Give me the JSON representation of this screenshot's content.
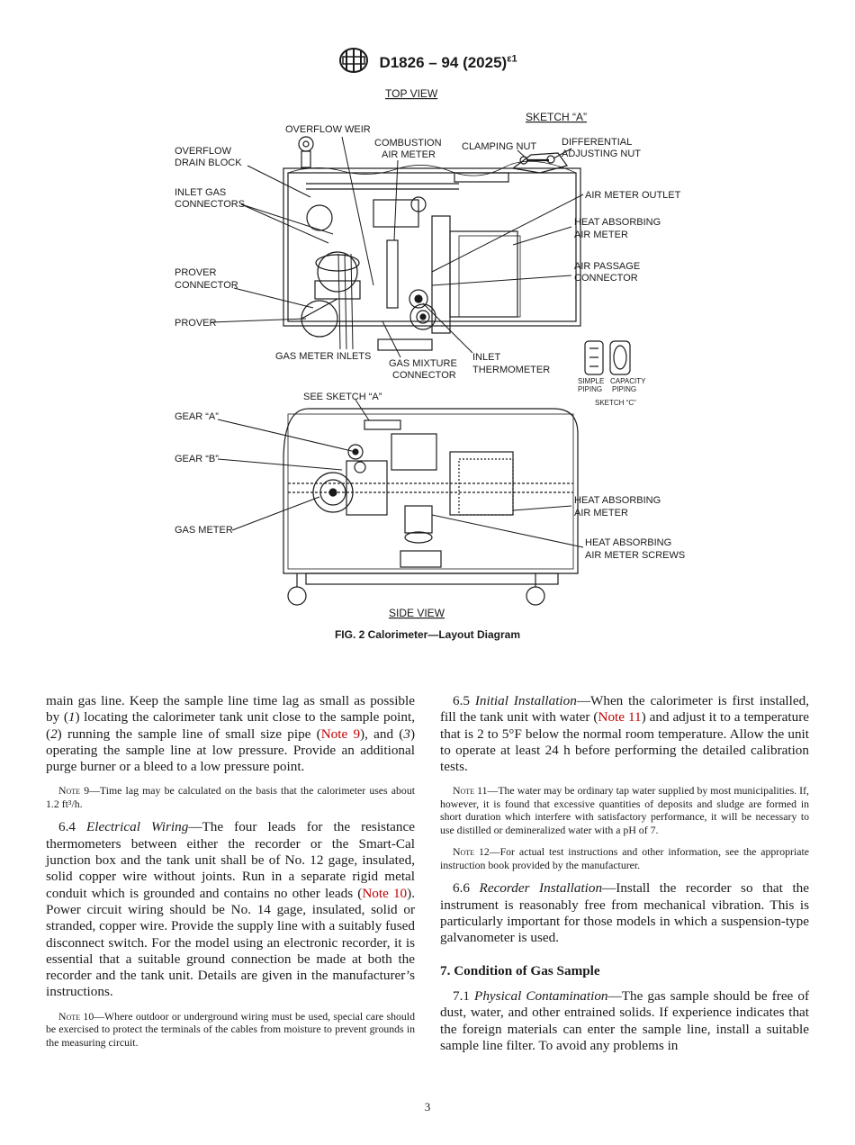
{
  "header": {
    "designation": "D1826 – 94 (2025)",
    "superscript": "ε1"
  },
  "figure": {
    "top_view_title": "TOP VIEW",
    "side_view_title": "SIDE VIEW",
    "sketch_a_title": "SKETCH “A”",
    "sketch_c_title": "SKETCH “C”",
    "labels": {
      "overflow_weir": "OVERFLOW WEIR",
      "overflow_drain_block_1": "OVERFLOW",
      "overflow_drain_block_2": "DRAIN BLOCK",
      "combustion_air_meter_1": "COMBUSTION",
      "combustion_air_meter_2": "AIR METER",
      "clamping_nut": "CLAMPING NUT",
      "differential_1": "DIFFERENTIAL",
      "differential_2": "ADJUSTING NUT",
      "inlet_gas_1": "INLET GAS",
      "inlet_gas_2": "CONNECTORS",
      "air_meter_outlet": "AIR METER OUTLET",
      "heat_absorbing_1": "HEAT ABSORBING",
      "heat_absorbing_2": "AIR METER",
      "air_passage_1": "AIR PASSAGE",
      "air_passage_2": "CONNECTOR",
      "prover_connector_1": "PROVER",
      "prover_connector_2": "CONNECTOR",
      "prover": "PROVER",
      "gas_meter_inlets": "GAS METER INLETS",
      "gas_mixture_1": "GAS MIXTURE",
      "gas_mixture_2": "CONNECTOR",
      "inlet_thermo_1": "INLET",
      "inlet_thermo_2": "THERMOMETER",
      "simple_piping_1": "SIMPLE",
      "simple_piping_2": "PIPING",
      "capacity_piping_1": "CAPACITY",
      "capacity_piping_2": "PIPING",
      "see_sketch_a": "SEE SKETCH “A”",
      "gear_a": "GEAR “A”",
      "gear_b": "GEAR “B”",
      "gas_meter": "GAS METER",
      "heat_absorbing_side_1": "HEAT ABSORBING",
      "heat_absorbing_side_2": "AIR METER",
      "screws_1": "HEAT ABSORBING",
      "screws_2": "AIR METER SCREWS"
    },
    "caption": "FIG. 2 Calorimeter—Layout Diagram"
  },
  "left_column": {
    "p1": "main gas line. Keep the sample line time lag as small as possible by (1) locating the calorimeter tank unit close to the sample point, (2) running the sample line of small size pipe (Note 9), and (3) operating the sample line at low pressure. Provide an additional purge burner or a bleed to a low pressure point.",
    "note9_label": "Note 9",
    "note9_text": "—Time lag may be calculated on the basis that the calorimeter uses about 1.2 ft³/h.",
    "s64_num": "6.4",
    "s64_title": "Electrical Wiring",
    "s64_text": "—The four leads for the resistance thermometers between either the recorder or the Smart-Cal junction box and the tank unit shall be of No. 12 gage, insulated, solid copper wire without joints. Run in a separate rigid metal conduit which is grounded and contains no other leads (",
    "s64_link": "Note 10",
    "s64_text2": "). Power circuit wiring should be No. 14 gage, insulated, solid or stranded, copper wire. Provide the supply line with a suitably fused disconnect switch. For the model using an electronic recorder, it is essential that a suitable ground connection be made at both the recorder and the tank unit. Details are given in the manufacturer’s instructions.",
    "note10_label": "Note 10",
    "note10_text": "—Where outdoor or underground wiring must be used, special care should be exercised to protect the terminals of the cables from moisture to prevent grounds in the measuring circuit."
  },
  "right_column": {
    "s65_num": "6.5",
    "s65_title": "Initial Installation",
    "s65_text": "—When the calorimeter is first installed, fill the tank unit with water (",
    "s65_link": "Note 11",
    "s65_text2": ") and adjust it to a temperature that is 2 to 5°F below the normal room temperature. Allow the unit to operate at least 24 h before performing the detailed calibration tests.",
    "note11_label": "Note 11",
    "note11_text": "—The water may be ordinary tap water supplied by most municipalities. If, however, it is found that excessive quantities of deposits and sludge are formed in short duration which interfere with satisfactory performance, it will be necessary to use distilled or demineralized water with a pH of 7.",
    "note12_label": "Note 12",
    "note12_text": "—For actual test instructions and other information, see the appropriate instruction book provided by the manufacturer.",
    "s66_num": "6.6",
    "s66_title": "Recorder Installation",
    "s66_text": "—Install the recorder so that the instrument is reasonably free from mechanical vibration. This is particularly important for those models in which a suspension-type galvanometer is used.",
    "section7_heading": "7. Condition of Gas Sample",
    "s71_num": "7.1",
    "s71_title": "Physical Contamination",
    "s71_text": "—The gas sample should be free of dust, water, and other entrained solids. If experience indicates that the foreign materials can enter the sample line, install a suitable sample line filter. To avoid any problems in"
  },
  "page_number": "3"
}
